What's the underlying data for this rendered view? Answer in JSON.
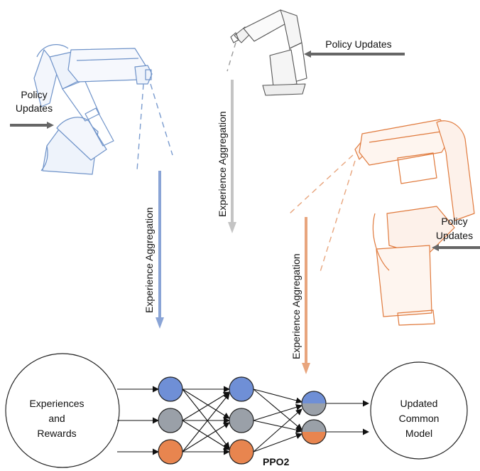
{
  "robots": {
    "blue": {
      "policy_label_line1": "Policy",
      "policy_label_line2": "Updates",
      "aggregation_label": "Experience Aggregation",
      "color": "#8aa4d6"
    },
    "gray": {
      "policy_label": "Policy Updates",
      "aggregation_label": "Experience Aggregation",
      "color": "#b3b3b3"
    },
    "orange": {
      "policy_label_line1": "Policy",
      "policy_label_line2": "Updates",
      "aggregation_label": "Experience Aggregation",
      "color": "#e8a57d"
    }
  },
  "experiences": {
    "line1": "Experiences",
    "line2": "and",
    "line3": "Rewards"
  },
  "model": {
    "line1": "Updated",
    "line2": "Common",
    "line3": "Model"
  },
  "network": {
    "label": "PPO2"
  },
  "colors": {
    "blue_node": "#6f8fd6",
    "gray_node": "#9aa0a8",
    "orange_node": "#e8854f",
    "arrow_dark": "#666666",
    "outline_blue": "#6f93c9",
    "outline_orange": "#e07a3d",
    "outline_gray": "#555555"
  }
}
